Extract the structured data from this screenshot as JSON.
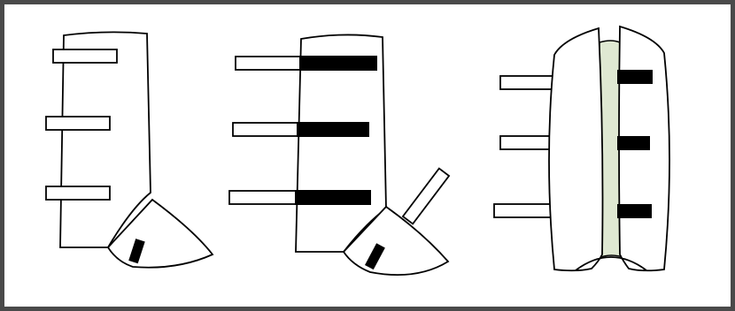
{
  "colors": {
    "frame": "#4a4a4a",
    "outline": "#000000",
    "fill": "#ffffff",
    "strap_dark": "#000000",
    "liner": "#dfe8d2"
  },
  "figures": [
    {
      "name": "boot-open-left",
      "strap_count": 3,
      "description_tag": "boot-outer-view"
    },
    {
      "name": "boot-open-middle",
      "strap_count": 4,
      "description_tag": "boot-inner-view"
    },
    {
      "name": "boot-open-right",
      "strap_count": 3,
      "description_tag": "boot-front-view"
    }
  ]
}
